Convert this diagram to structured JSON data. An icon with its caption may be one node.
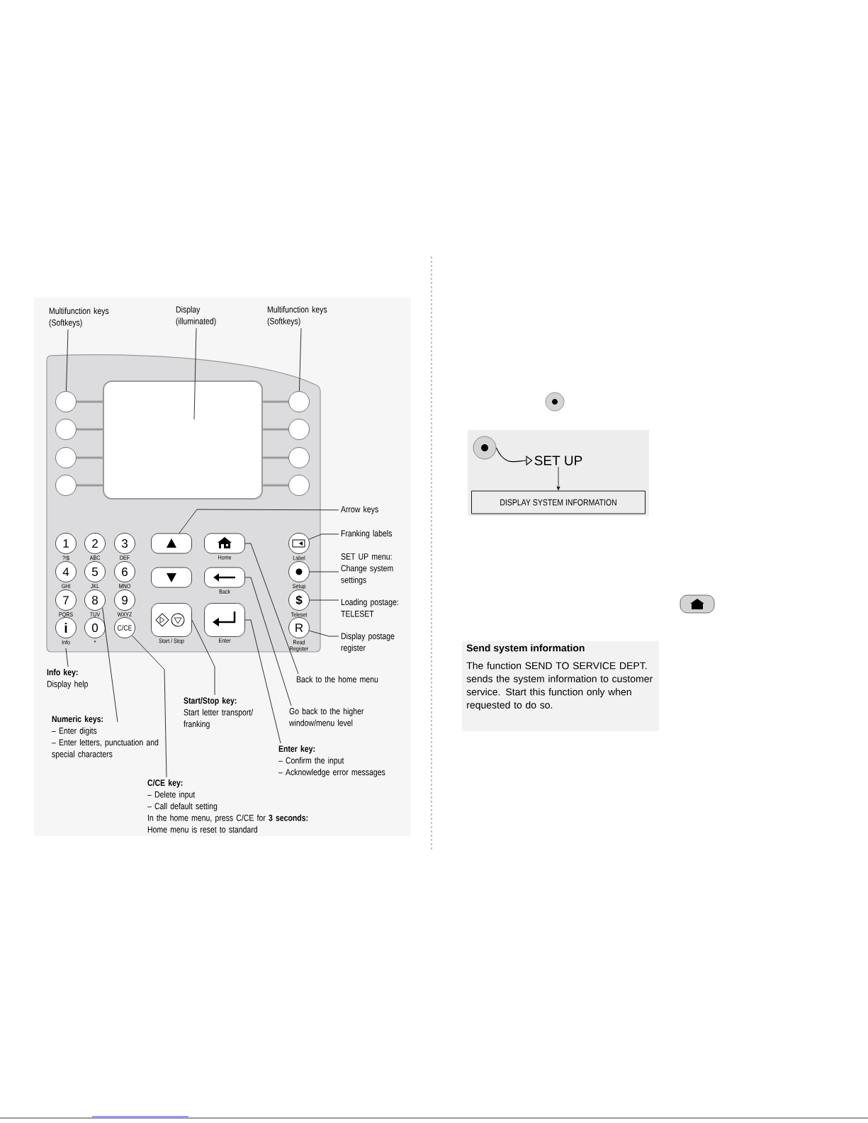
{
  "diagram": {
    "nodes": [
      {
        "text": [
          "Multifunction keys (Softkeys)"
        ]
      },
      {
        "text": [
          "Display (illuminated)"
        ]
      },
      {
        "text": [
          "Multifunction keys (Softkeys)"
        ]
      },
      {
        "text": [],
        "shape": "box"
      },
      {
        "text": [],
        "shape": "circle"
      },
      {
        "text": [],
        "shape": "circle"
      },
      {
        "text": [],
        "shape": "circle"
      },
      {
        "text": [],
        "shape": "circle"
      },
      {
        "text": [],
        "shape": "circle"
      },
      {
        "text": [],
        "shape": "circle"
      },
      {
        "text": [],
        "shape": "circle"
      },
      {
        "text": [],
        "shape": "circle"
      },
      {
        "text": [
          "Arrow keys"
        ]
      },
      {
        "text": [
          "1"
        ],
        "beside": [
          "?!$"
        ]
      },
      {
        "text": [
          "2"
        ],
        "beside": [
          "ABC"
        ]
      },
      {
        "text": [
          "3"
        ],
        "beside": [
          "DEF"
        ]
      },
      {
        "text": [],
        "shape": "box"
      },
      {
        "text": [],
        "shape": "box",
        "beside": [
          "Home"
        ]
      },
      {
        "text": [],
        "shape": "circle",
        "beside": [
          "Label"
        ]
      },
      {
        "text": [
          "Franking labels"
        ]
      },
      {
        "text": [
          "SET UP menu: Change system settings"
        ]
      },
      {
        "text": [
          "4"
        ],
        "beside": [
          "GHI"
        ]
      },
      {
        "text": [
          "5"
        ],
        "beside": [
          "JKL"
        ]
      },
      {
        "text": [
          "6"
        ],
        "beside": [
          "MNO"
        ]
      },
      {
        "text": [],
        "shape": "box"
      },
      {
        "text": [],
        "shape": "box",
        "beside": [
          "Back"
        ]
      },
      {
        "text": [],
        "shape": "circle",
        "beside": [
          "Setup"
        ]
      },
      {
        "text": [
          "7"
        ],
        "beside": [
          "PQRS"
        ]
      },
      {
        "text": [
          "8"
        ],
        "beside": [
          "TUV"
        ]
      },
      {
        "text": [
          "9"
        ],
        "beside": [
          "WXYZ"
        ]
      },
      {
        "text": [],
        "shape": "box",
        "beside": [
          "Start / Stop"
        ]
      },
      {
        "text": [],
        "shape": "box",
        "beside": [
          "Enter"
        ]
      },
      {
        "text": [
          "$"
        ],
        "beside": [
          "Teleset"
        ]
      },
      {
        "text": [
          "Loading postage: TELESET"
        ]
      },
      {
        "text": [
          "i"
        ],
        "beside": [
          "Info"
        ]
      },
      {
        "text": [
          "0"
        ],
        "beside": [
          "+"
        ]
      },
      {
        "text": [
          "C/CE"
        ]
      },
      {
        "text": [
          "R"
        ],
        "beside": [
          "Read Register"
        ]
      },
      {
        "text": [
          "Display postage register"
        ]
      },
      {
        "text": [
          "Info key:",
          "Display help"
        ]
      },
      {
        "text": [
          "Back to the home menu"
        ]
      },
      {
        "text": [
          "Start/Stop key:",
          "Start letter transport/ franking"
        ]
      },
      {
        "text": [
          "Numeric keys:",
          "– Enter digits",
          "– Enter letters, punctuation and special characters"
        ]
      },
      {
        "text": [
          "Go back to the higher window/menu level"
        ]
      },
      {
        "text": [
          "Enter key:",
          "– Confirm the input",
          "– Acknowledge error messages"
        ]
      },
      {
        "text": [
          "C/CE key:",
          "– Delete input",
          "– Call default setting",
          "In the home menu, press C/CE for **3 seconds:**",
          "Home menu is reset to standard"
        ]
      },
      {
        "text": [],
        "shape": "circle"
      },
      {
        "text": [
          "SET UP"
        ]
      },
      {
        "text": [
          "DISPLAY SYSTEM INFORMATION"
        ]
      }
    ],
    "edges": [
      {
        "from": 0,
        "to": 4,
        "arrow": "none"
      },
      {
        "from": 1,
        "to": 3,
        "arrow": "none"
      },
      {
        "from": 2,
        "to": 8,
        "arrow": "none"
      },
      {
        "from": 4,
        "to": 3,
        "arrow": "none",
        "style": "thick",
        "color": "#9a9a9a"
      },
      {
        "from": 5,
        "to": 3,
        "arrow": "none",
        "style": "thick",
        "color": "#9a9a9a"
      },
      {
        "from": 6,
        "to": 3,
        "arrow": "none",
        "style": "thick",
        "color": "#9a9a9a"
      },
      {
        "from": 7,
        "to": 3,
        "arrow": "none",
        "style": "thick",
        "color": "#9a9a9a"
      },
      {
        "from": 8,
        "to": 3,
        "arrow": "none",
        "style": "thick",
        "color": "#9a9a9a"
      },
      {
        "from": 9,
        "to": 3,
        "arrow": "none",
        "style": "thick",
        "color": "#9a9a9a"
      },
      {
        "from": 10,
        "to": 3,
        "arrow": "none",
        "style": "thick",
        "color": "#9a9a9a"
      },
      {
        "from": 11,
        "to": 3,
        "arrow": "none",
        "style": "thick",
        "color": "#9a9a9a"
      },
      {
        "from": 12,
        "to": 16,
        "arrow": "none"
      },
      {
        "from": 19,
        "to": 18,
        "arrow": "none"
      },
      {
        "from": 20,
        "to": 26,
        "arrow": "none"
      },
      {
        "from": 33,
        "to": 32,
        "arrow": "none"
      },
      {
        "from": 38,
        "to": 37,
        "arrow": "none"
      },
      {
        "from": 40,
        "to": 17,
        "arrow": "none"
      },
      {
        "from": 43,
        "to": 25,
        "arrow": "none"
      },
      {
        "from": 44,
        "to": 31,
        "arrow": "none"
      },
      {
        "from": 41,
        "to": 30,
        "arrow": "none"
      },
      {
        "from": 45,
        "to": 36,
        "arrow": "none"
      },
      {
        "from": 42,
        "to": 28,
        "arrow": "none"
      },
      {
        "from": 39,
        "to": 34,
        "arrow": "none"
      },
      {
        "from": 46,
        "to": 47,
        "arrow": "to"
      },
      {
        "from": 47,
        "to": 48,
        "arrow": "to"
      }
    ],
    "labels": [
      "Send system information",
      "The function SEND TO SERVICE DEPT. sends the system information to customer service. Start this function only when requested to do so."
    ]
  }
}
